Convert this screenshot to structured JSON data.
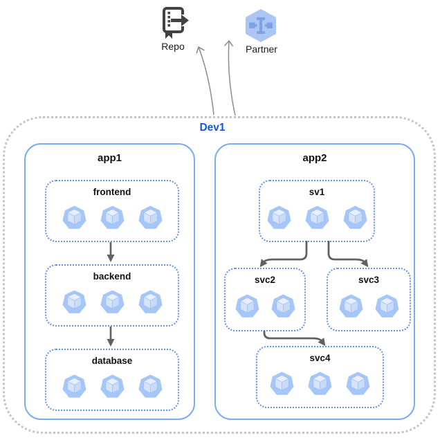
{
  "external_nodes": {
    "repo": {
      "label": "Repo",
      "icon": "source-repo-icon",
      "icon_color": "#424242"
    },
    "partner": {
      "label": "Partner",
      "icon": "partner-hexagon-icon",
      "icon_color": "#adc5f2"
    }
  },
  "environment": {
    "label": "Dev1",
    "label_color": "#1457d5",
    "border_color": "#c4c4c4",
    "apps": [
      {
        "label": "app1",
        "border_color": "#7baaf7",
        "services": [
          {
            "label": "frontend",
            "pods": 3
          },
          {
            "label": "backend",
            "pods": 3
          },
          {
            "label": "database",
            "pods": 3
          }
        ],
        "connections": [
          {
            "from": "frontend",
            "to": "backend"
          },
          {
            "from": "backend",
            "to": "database"
          }
        ]
      },
      {
        "label": "app2",
        "border_color": "#7baaf7",
        "services": [
          {
            "label": "sv1",
            "pods": 3
          },
          {
            "label": "svc2",
            "pods": 2
          },
          {
            "label": "svc3",
            "pods": 2
          },
          {
            "label": "svc4",
            "pods": 3
          }
        ],
        "connections": [
          {
            "from": "sv1",
            "to": "svc2"
          },
          {
            "from": "sv1",
            "to": "svc3"
          },
          {
            "from": "svc2",
            "to": "svc4"
          }
        ]
      }
    ],
    "external_connections": [
      {
        "from": "Dev1",
        "to": "Repo"
      },
      {
        "from": "Dev1",
        "to": "Partner"
      }
    ]
  },
  "styles": {
    "service_border_color": "#5c92ee",
    "app_border_color": "#7baaf7",
    "arrow_color": "#616161",
    "external_arrow_color": "#8c8c8c",
    "pod_color": "#a5c6f6"
  }
}
